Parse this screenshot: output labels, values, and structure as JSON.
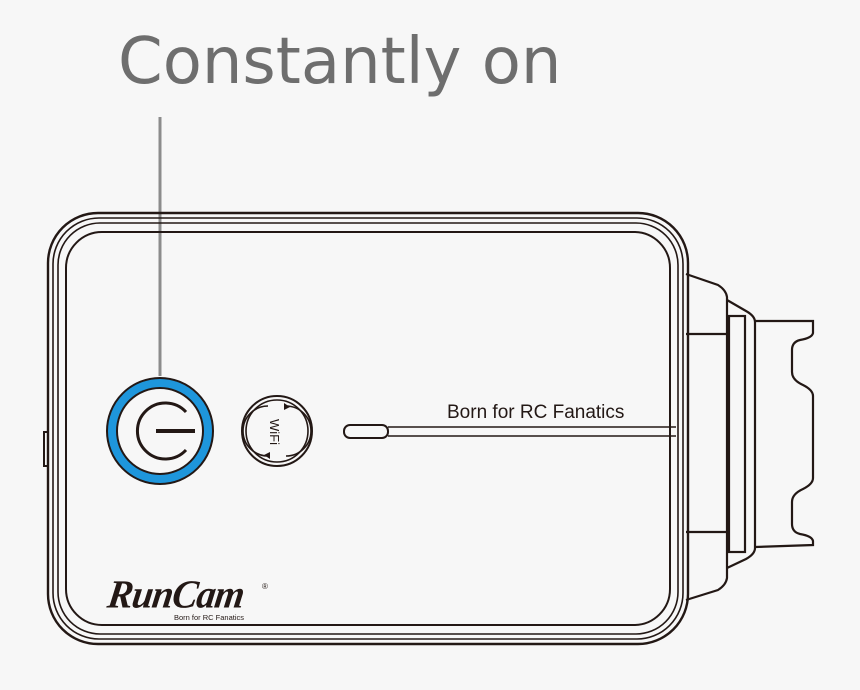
{
  "callout": {
    "title": "Constantly on",
    "text_color": "#6e6e6e",
    "leader_line_color": "#8c8c8c"
  },
  "device": {
    "power_button": {
      "icon": "power-icon",
      "ring_color": "#1e96dc",
      "state": "Constantly on"
    },
    "wifi_button": {
      "icon": "wifi-icon",
      "label": "WiFi"
    },
    "slogan": "Born for RC Fanatics",
    "logo": {
      "brand": "RunCam",
      "registered_mark": "®",
      "tagline": "Born for RC Fanatics"
    },
    "outline_color": "#231815",
    "body_color": "#f7f7f7"
  }
}
